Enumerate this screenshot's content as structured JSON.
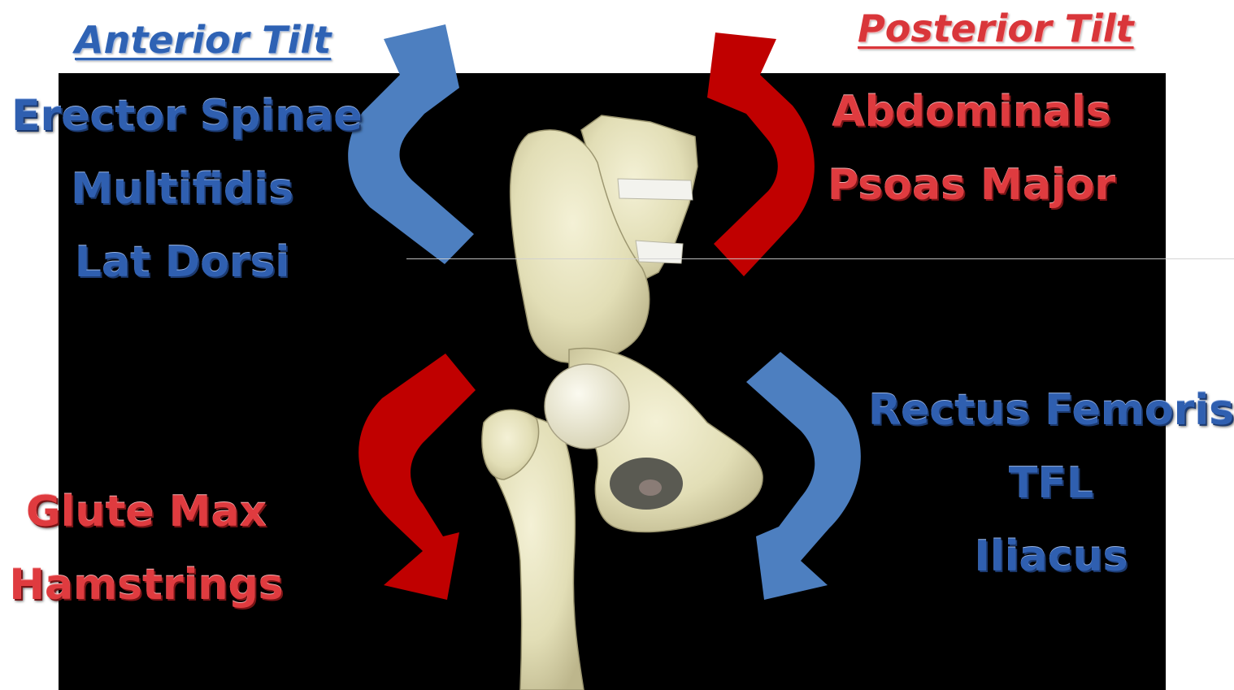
{
  "headings": {
    "anterior": "Anterior Tilt",
    "posterior": "Posterior Tilt"
  },
  "muscles": {
    "anterior_upper": [
      "Erector Spinae",
      "Multifidis",
      "Lat Dorsi"
    ],
    "posterior_upper": [
      "Abdominals",
      "Psoas Major"
    ],
    "posterior_lower": [
      "Glute Max",
      "Hamstrings"
    ],
    "anterior_lower": [
      "Rectus Femoris",
      "TFL",
      "Iliacus"
    ]
  },
  "arrows": {
    "anterior_top": "upward",
    "posterior_top": "upward",
    "posterior_bottom": "downward",
    "anterior_bottom": "downward"
  },
  "colors": {
    "anterior": "#4d7fc0",
    "posterior": "#c00000",
    "background": "#000000",
    "bone": "#e9e6c3"
  },
  "illustration": "pelvis-and-femur"
}
